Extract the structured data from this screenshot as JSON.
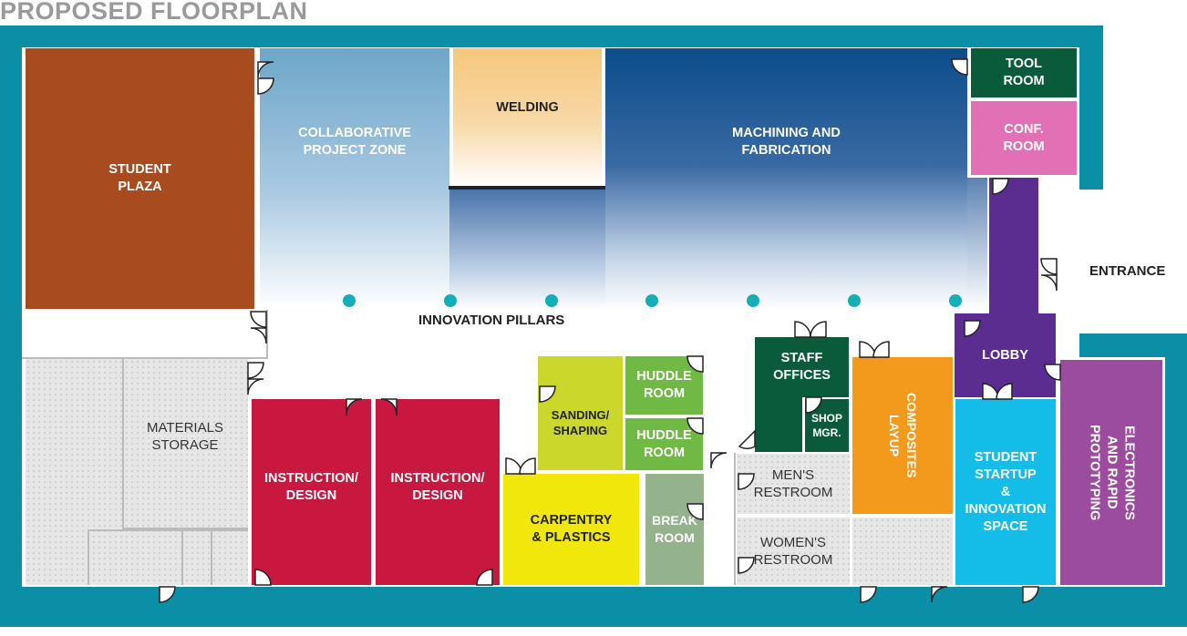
{
  "title": "PROPOSED FLOORPLAN",
  "colors": {
    "wall": "#0b8fa6",
    "student_plaza": "#a84b1f",
    "collaborative": "#6ea6c9",
    "welding": "#f6c77b",
    "machining": "#0b4c8b",
    "tool_room": "#0a5b3c",
    "conf_room": "#e170b4",
    "lobby": "#5b2d91",
    "instruction": "#c8183f",
    "sanding": "#cbd82b",
    "huddle": "#6fb944",
    "carpentry": "#f2e70a",
    "break_room": "#94b38c",
    "staff_offices": "#0a5b3c",
    "composites": "#f39a1d",
    "startup": "#14bde7",
    "electronics": "#9b4c9f",
    "pillar": "#14aeb7"
  },
  "rooms": {
    "student_plaza": "STUDENT\nPLAZA",
    "collaborative": "COLLABORATIVE\nPROJECT ZONE",
    "welding": "WELDING",
    "machining": "MACHINING AND\nFABRICATION",
    "tool_room": "TOOL\nROOM",
    "conf_room": "CONF.\nROOM",
    "entrance": "ENTRANCE",
    "innovation_pillars": "INNOVATION PILLARS",
    "lobby": "LOBBY",
    "materials_storage": "MATERIALS\nSTORAGE",
    "instruction_1": "INSTRUCTION/\nDESIGN",
    "instruction_2": "INSTRUCTION/\nDESIGN",
    "sanding": "SANDING/\nSHAPING",
    "huddle_1": "HUDDLE\nROOM",
    "huddle_2": "HUDDLE\nROOM",
    "carpentry": "CARPENTRY\n& PLASTICS",
    "break_room": "BREAK\nROOM",
    "staff_offices": "STAFF\nOFFICES",
    "shop_mgr": "SHOP\nMGR.",
    "composites": "COMPOSITES\nLAYUP",
    "mens_restroom": "MEN'S\nRESTROOM",
    "womens_restroom": "WOMEN'S\nRESTROOM",
    "startup": "STUDENT\nSTARTUP\n&\nINNOVATION\nSPACE",
    "electronics": "ELECTRONICS\nAND RAPID\nPROTOTYPING"
  }
}
